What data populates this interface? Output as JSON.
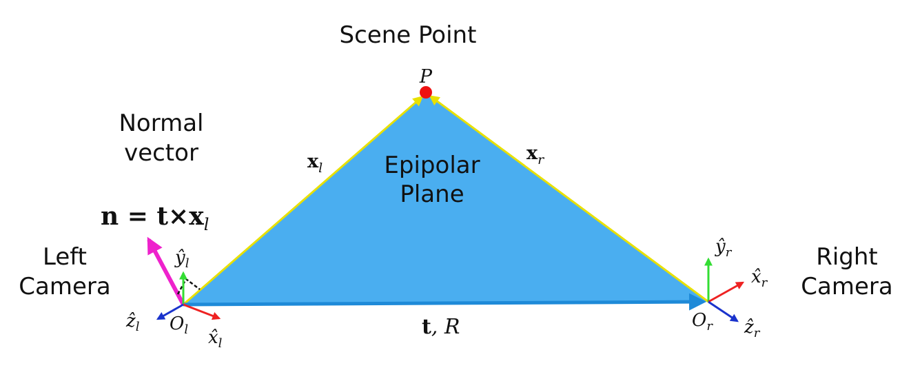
{
  "labels": {
    "scene_point": "Scene Point",
    "point_p": "P",
    "normal_vector_line1": "Normal",
    "normal_vector_line2": "vector",
    "normal_eq_n": "n",
    "normal_eq_rest": " = t×x",
    "normal_eq_sub": "l",
    "epipolar_line1": "Epipolar",
    "epipolar_line2": "Plane",
    "xl_main": "x",
    "xl_sub": "l",
    "xr_main": "x",
    "xr_sub": "r",
    "left_camera_line1": "Left",
    "left_camera_line2": "Camera",
    "right_camera_line1": "Right",
    "right_camera_line2": "Camera",
    "baseline_t": "t",
    "baseline_r": ", R",
    "ol_main": "O",
    "ol_sub": "l",
    "or_main": "O",
    "or_sub": "r",
    "yl_main": "ŷ",
    "yl_sub": "l",
    "xhl_main": "x̂",
    "xhl_sub": "l",
    "zl_main": "ẑ",
    "zl_sub": "l",
    "yr_main": "ŷ",
    "yr_sub": "r",
    "xhr_main": "x̂",
    "xhr_sub": "r",
    "zr_main": "ẑ",
    "zr_sub": "r"
  },
  "colors": {
    "plane": "#4aaef0",
    "ray": "#e8e000",
    "baseline": "#1e8ad8",
    "point": "#ee1111",
    "normal": "#ee22cc",
    "x_axis": "#ee2222",
    "y_axis": "#33dd33",
    "z_axis": "#1a33cc"
  }
}
